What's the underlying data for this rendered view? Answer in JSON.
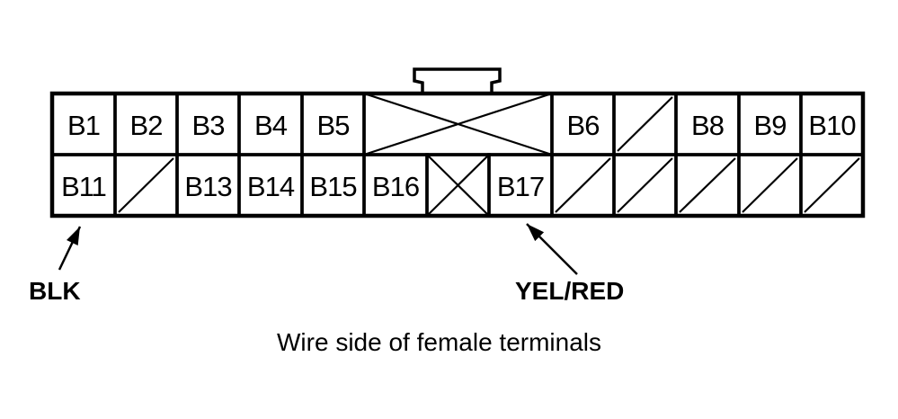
{
  "connector": {
    "top_row": [
      {
        "type": "pin",
        "label": "B1"
      },
      {
        "type": "pin",
        "label": "B2"
      },
      {
        "type": "pin",
        "label": "B3"
      },
      {
        "type": "pin",
        "label": "B4"
      },
      {
        "type": "pin",
        "label": "B5"
      },
      {
        "type": "cross",
        "label": ""
      },
      {
        "type": "pin",
        "label": "B6"
      },
      {
        "type": "slash",
        "label": ""
      },
      {
        "type": "pin",
        "label": "B8"
      },
      {
        "type": "pin",
        "label": "B9"
      },
      {
        "type": "pin",
        "label": "B10"
      }
    ],
    "bottom_row": [
      {
        "type": "pin",
        "label": "B11"
      },
      {
        "type": "slash",
        "label": ""
      },
      {
        "type": "pin",
        "label": "B13"
      },
      {
        "type": "pin",
        "label": "B14"
      },
      {
        "type": "pin",
        "label": "B15"
      },
      {
        "type": "pin",
        "label": "B16"
      },
      {
        "type": "cross",
        "label": ""
      },
      {
        "type": "pin",
        "label": "B17"
      },
      {
        "type": "slash",
        "label": ""
      },
      {
        "type": "slash",
        "label": ""
      },
      {
        "type": "slash",
        "label": ""
      },
      {
        "type": "slash",
        "label": ""
      },
      {
        "type": "slash",
        "label": ""
      }
    ]
  },
  "callouts": {
    "blk": "BLK",
    "yel_red": "YEL/RED"
  },
  "caption": "Wire side of female terminals"
}
